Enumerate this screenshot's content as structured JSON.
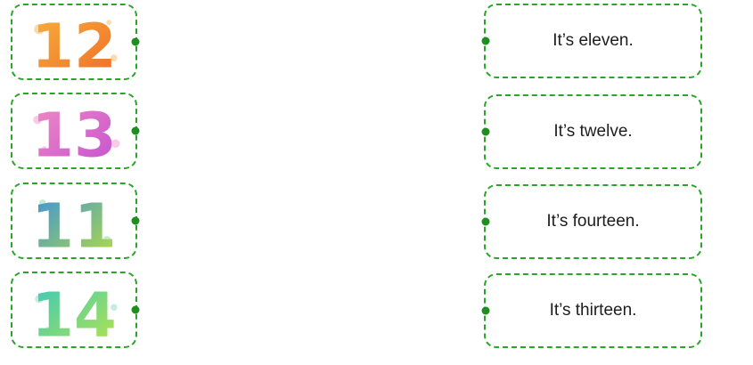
{
  "numbers": [
    {
      "value": "12",
      "icon": "number-twelve-icon",
      "colors": [
        "#f7b13a",
        "#ee6b2a"
      ],
      "splash": "#f6c27a"
    },
    {
      "value": "13",
      "icon": "number-thirteen-icon",
      "colors": [
        "#f28cc4",
        "#c24fd0"
      ],
      "splash": "#f3a6d9"
    },
    {
      "value": "11",
      "icon": "number-eleven-icon",
      "colors": [
        "#3a8fe0",
        "#b6e03a"
      ],
      "splash": "#9fdcb0"
    },
    {
      "value": "14",
      "icon": "number-fourteen-icon",
      "colors": [
        "#37c8c0",
        "#b9e447"
      ],
      "splash": "#9fe0cc"
    }
  ],
  "sentences": [
    {
      "text": "It’s eleven."
    },
    {
      "text": "It’s twelve."
    },
    {
      "text": "It’s fourteen."
    },
    {
      "text": "It’s thirteen."
    }
  ],
  "accent_color": "#2aa52a",
  "dot_color": "#1f8d1f"
}
